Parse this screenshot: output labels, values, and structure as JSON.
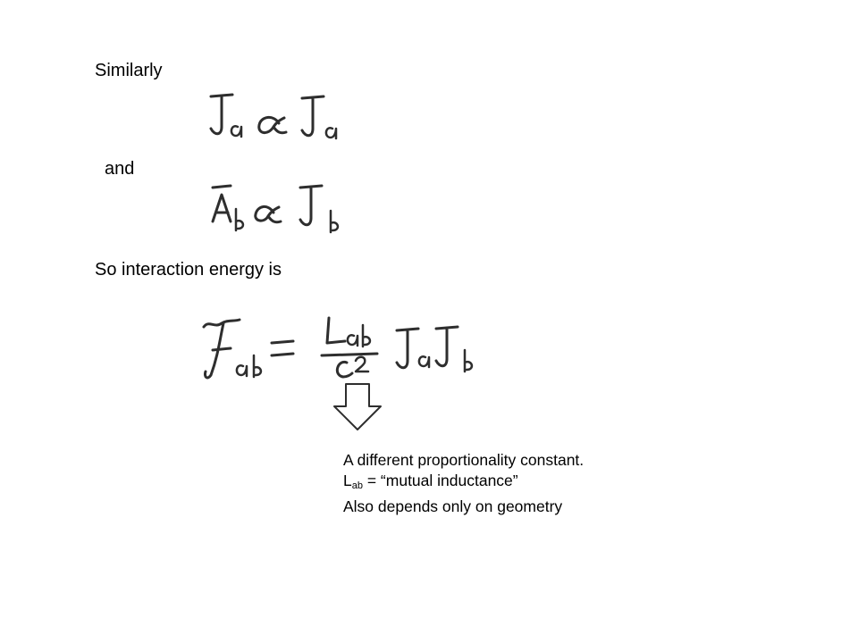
{
  "slide": {
    "similarly": "Similarly",
    "and": "and",
    "energy_intro": "So interaction energy is",
    "note": {
      "line1": "A different proportionality constant.",
      "line2_L": "L",
      "line2_sub": "ab",
      "line2_rest": " = “mutual inductance”",
      "line3": "Also depends only on geometry"
    }
  },
  "colors": {
    "arrow_fill": "#4f81bd",
    "arrow_stroke": "#385d8a",
    "ink": "#2e2e2e"
  },
  "icons": {
    "arrow": "down-arrow-icon"
  }
}
